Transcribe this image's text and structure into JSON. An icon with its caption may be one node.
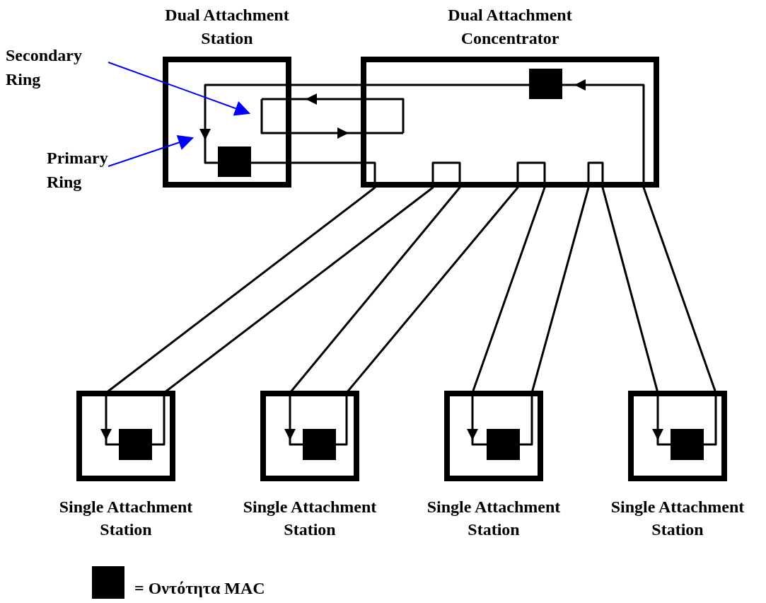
{
  "diagram": {
    "nodes": [
      {
        "text": [
          "Dual Attachment Station"
        ]
      },
      {
        "text": [
          "Dual Attachment Concentrator"
        ]
      },
      {
        "text": [
          "Single Attachment Station"
        ]
      },
      {
        "text": [
          "Single Attachment Station"
        ]
      },
      {
        "text": [
          "Single Attachment Station"
        ]
      },
      {
        "text": [
          "Single Attachment Station"
        ]
      },
      {
        "text": [
          "Secondary Ring"
        ]
      },
      {
        "text": [
          "Primary Ring"
        ]
      },
      {
        "text": [],
        "shape": "box",
        "in": 0
      },
      {
        "text": [],
        "shape": "box",
        "in": 1
      },
      {
        "text": [],
        "shape": "box",
        "in": 2
      },
      {
        "text": [],
        "shape": "box",
        "in": 3
      },
      {
        "text": [],
        "shape": "box",
        "in": 4
      },
      {
        "text": [],
        "shape": "box",
        "in": 5
      }
    ],
    "edges": [
      {
        "from": 9,
        "to": 8,
        "arrow": "to"
      },
      {
        "from": 8,
        "to": 10,
        "arrow": "to"
      },
      {
        "from": 10,
        "to": 11,
        "arrow": "to"
      },
      {
        "from": 11,
        "to": 12,
        "arrow": "to"
      },
      {
        "from": 12,
        "to": 13,
        "arrow": "to"
      },
      {
        "from": 13,
        "to": 9,
        "arrow": "to"
      },
      {
        "from": 1,
        "to": 0,
        "arrow": "to"
      },
      {
        "from": 0,
        "to": 1,
        "arrow": "to"
      },
      {
        "from": 6,
        "to": null,
        "arrow": "to",
        "color": "#0000ff"
      },
      {
        "from": 7,
        "to": null,
        "arrow": "to",
        "color": "#0000ff"
      }
    ],
    "legend": [
      {
        "text": "= Οντότητα MAC",
        "color": "#000000"
      }
    ]
  }
}
